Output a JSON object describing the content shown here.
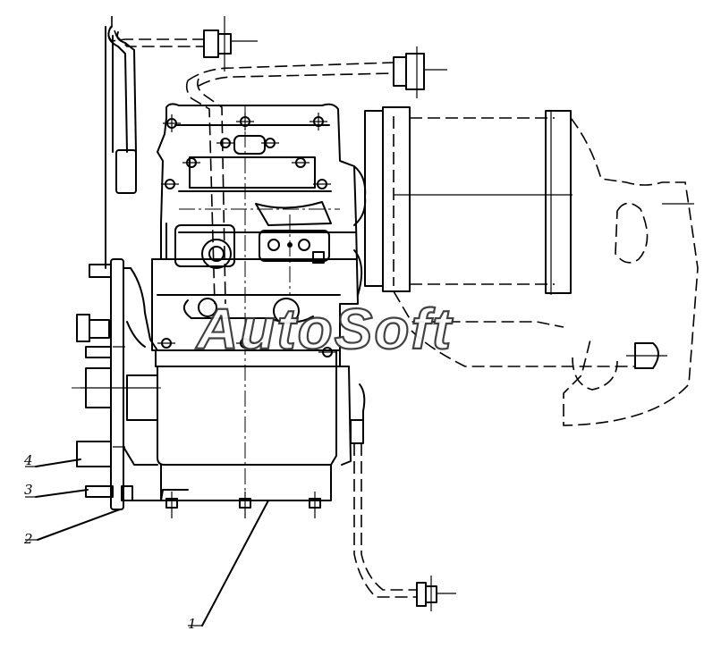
{
  "watermark": "AutoSoft",
  "callouts": [
    {
      "id": "1",
      "label": "1"
    },
    {
      "id": "2",
      "label": "2"
    },
    {
      "id": "3",
      "label": "3"
    },
    {
      "id": "4",
      "label": "4"
    }
  ],
  "colors": {
    "line": "#000000",
    "background": "#ffffff"
  }
}
